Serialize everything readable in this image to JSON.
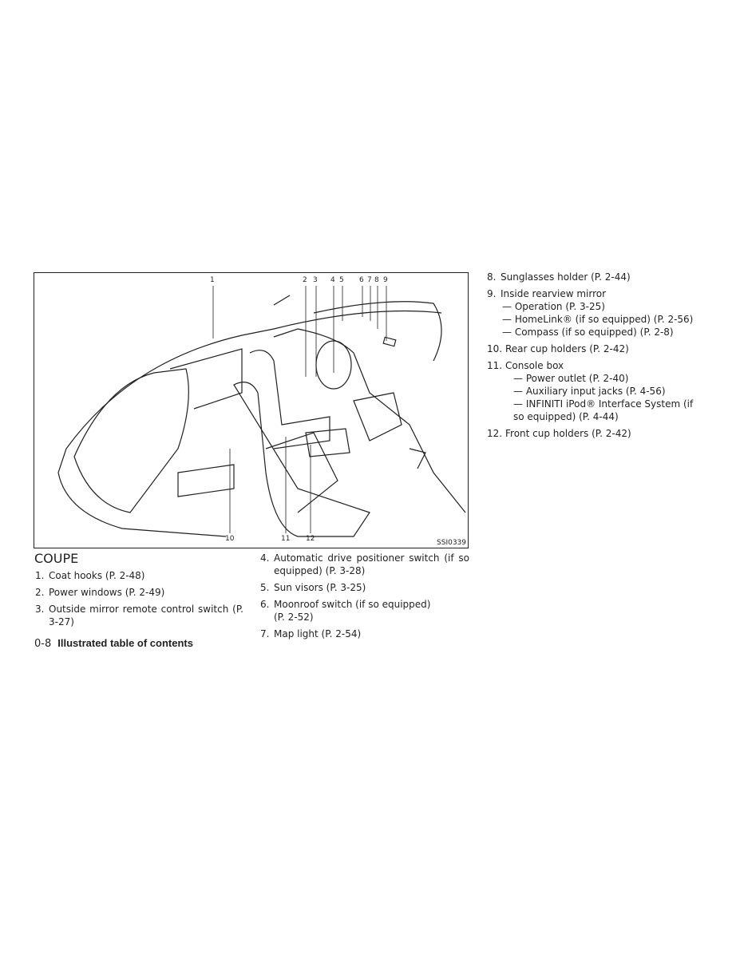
{
  "figure": {
    "id": "SSI0339",
    "callouts": [
      "1",
      "2",
      "3",
      "4",
      "5",
      "6",
      "7",
      "8",
      "9",
      "10",
      "11",
      "12"
    ]
  },
  "section_title": "COUPE",
  "items": [
    {
      "num": "1.",
      "text": "Coat hooks (P. 2-48)"
    },
    {
      "num": "2.",
      "text": "Power windows (P. 2-49)"
    },
    {
      "num": "3.",
      "text": "Outside mirror remote control switch (P. 3-27)"
    },
    {
      "num": "4.",
      "text": "Automatic drive positioner switch (if so equipped) (P. 3-28)"
    },
    {
      "num": "5.",
      "text": "Sun visors (P. 3-25)"
    },
    {
      "num": "6.",
      "text": "Moonroof switch (if so equipped)",
      "text2": "(P. 2-52)"
    },
    {
      "num": "7.",
      "text": "Map light (P. 2-54)"
    },
    {
      "num": "8.",
      "text": "Sunglasses holder (P. 2-44)"
    },
    {
      "num": "9.",
      "text": "Inside rearview mirror",
      "subs": [
        "— Operation (P. 3-25)",
        "— HomeLink® (if so equipped) (P. 2-56)",
        "— Compass (if so equipped) (P. 2-8)"
      ]
    },
    {
      "num": "10.",
      "text": "Rear cup holders (P. 2-42)"
    },
    {
      "num": "11.",
      "text": "Console box",
      "subs": [
        "— Power outlet (P. 2-40)",
        "— Auxiliary input jacks (P. 4-56)",
        "— INFINITI iPod® Interface System (if so equipped) (P. 4-44)"
      ]
    },
    {
      "num": "12.",
      "text": "Front cup holders (P. 2-42)"
    }
  ],
  "footer": {
    "page": "0-8",
    "title": "Illustrated table of contents"
  }
}
